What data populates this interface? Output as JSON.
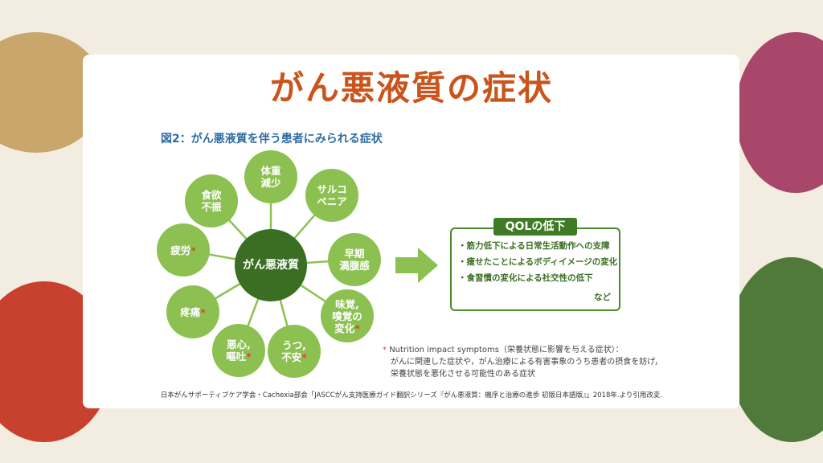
{
  "title": "がん悪液質の症状",
  "subtitle": "図2：がん悪液質を伴う患者にみられる症状",
  "center": "がん悪液質",
  "nodes": [
    {
      "label": "体重\n減少",
      "ast": ""
    },
    {
      "label": "サルコ\nペニア",
      "ast": ""
    },
    {
      "label": "早期\n満腹感",
      "ast": ""
    },
    {
      "label": "味覚,\n嗅覚の\n変化",
      "ast": "*"
    },
    {
      "label": "うつ,\n不安",
      "ast": "*"
    },
    {
      "label": "悪心,\n嘔吐",
      "ast": "*"
    },
    {
      "label": "疼痛",
      "ast": "*"
    },
    {
      "label": "疲労",
      "ast": "*"
    },
    {
      "label": "食欲\n不振",
      "ast": ""
    }
  ],
  "qol": {
    "label": "QOLの低下",
    "items": [
      "・筋力低下による日常生活動作への支障",
      "・痩せたことによるボディイメージの変化",
      "・食習慣の変化による社交性の低下"
    ],
    "etc": "など"
  },
  "note": {
    "mark": "*",
    "line1": "Nutrition impact symptoms（栄養状態に影響を与える症状）：",
    "line2": "がんに関連した症状や，がん治療による有害事象のうち患者の摂食を妨げ，",
    "line3": "栄養状態を悪化させる可能性のある症状"
  },
  "citation": "日本がんサポーティブケア学会・Cachexia部会「JASCCがん支持医療ガイド翻訳シリーズ『がん悪液質：機序と治療の進歩 初版日本語版』」2018年.より引用改変."
}
